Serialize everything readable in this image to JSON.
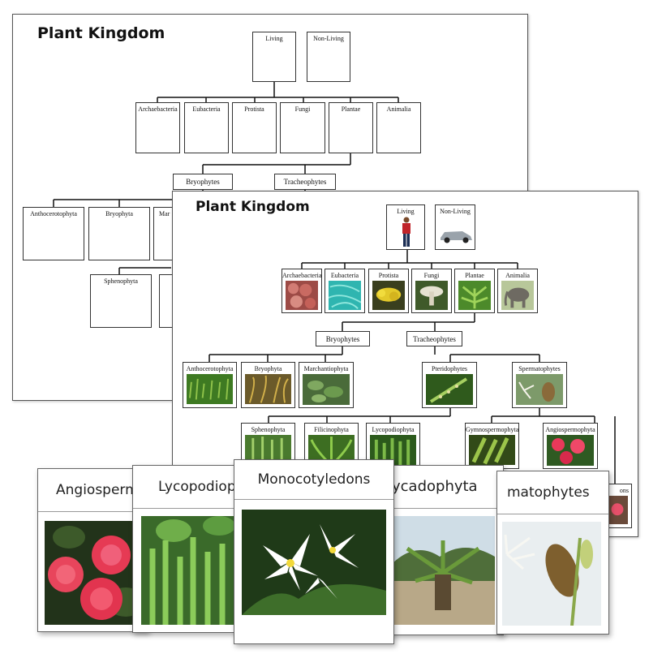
{
  "back_sheet": {
    "title": "Plant Kingdom",
    "top_boxes": [
      "Living",
      "Non-Living"
    ],
    "kingdoms": [
      "Archaebacteria",
      "Eubacteria",
      "Protista",
      "Fungi",
      "Plantae",
      "Animalia"
    ],
    "divisions": [
      "Bryophytes",
      "Tracheophytes"
    ],
    "bryophytes": [
      "Anthocerotophyta",
      "Bryophyta",
      "Mar"
    ],
    "tracheophytes": [
      "Sphenophyta"
    ]
  },
  "front_sheet": {
    "title": "Plant Kingdom",
    "top_boxes": [
      "Living",
      "Non-Living"
    ],
    "kingdoms": [
      "Archaebacteria",
      "Eubacteria",
      "Protista",
      "Fungi",
      "Plantae",
      "Animalia"
    ],
    "divisions": [
      "Bryophytes",
      "Tracheophytes"
    ],
    "bryophytes": [
      "Anthocerotophyta",
      "Bryophyta",
      "Marchantiophyta"
    ],
    "tracheo_groups": [
      "Pteridophytes",
      "Spermatophytes"
    ],
    "pteridophytes": [
      "Sphenophyta",
      "Filicinophyta",
      "Lycopodiophyta"
    ],
    "spermatophytes": [
      "Gymnospermophyta",
      "Angiospermophyta"
    ],
    "partial_label": "ons"
  },
  "cards": [
    "Angiosperm",
    "Lycopodiop",
    "Monocotyledons",
    "ycadophyta",
    "matophytes"
  ]
}
